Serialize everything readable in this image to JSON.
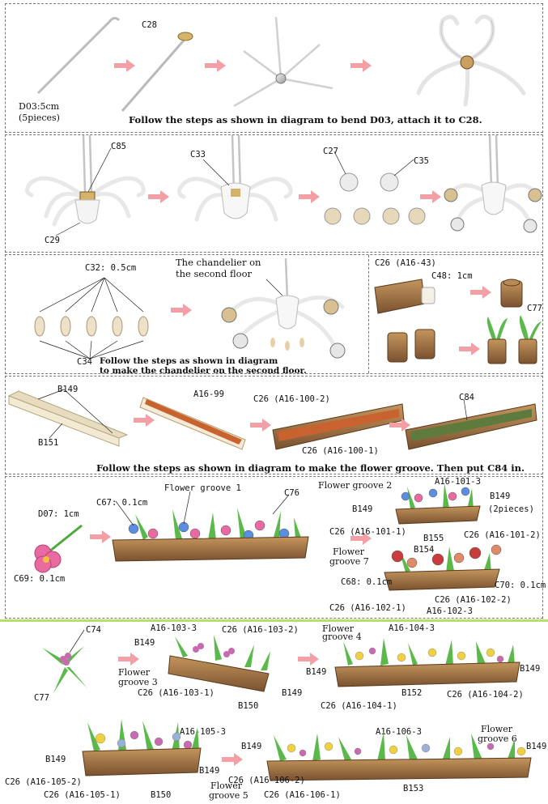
{
  "panel1": {
    "d03_label": "D03:5cm",
    "d03_qty": "(5pieces)",
    "c28_label": "C28",
    "caption": "Follow the steps as shown in diagram to bend D03, attach it to C28."
  },
  "panel2": {
    "c85": "C85",
    "c29": "C29",
    "c33": "C33",
    "c27": "C27",
    "c35": "C35"
  },
  "panel3": {
    "c32": "C32: 0.5cm",
    "c34": "C34",
    "caption_line1": "Follow the steps as shown in diagram",
    "caption_line2": "to make the chandelier on the second floor.",
    "chandelier_line1": "The chandelier on",
    "chandelier_line2": "the second floor",
    "c26_a16_43": "C26 (A16-43)",
    "c48": "C48: 1cm",
    "c77": "C77"
  },
  "panel4": {
    "b149": "B149",
    "b151": "B151",
    "a16_99": "A16-99",
    "c26_a16_100_2": "C26 (A16-100-2)",
    "c26_a16_100_1": "C26 (A16-100-1)",
    "c84": "C84",
    "caption": "Follow the steps as shown in diagram to make the flower groove. Then put C84 in."
  },
  "panel5": {
    "d07": "D07: 1cm",
    "c69": "C69: 0.1cm",
    "c67": "C67: 0.1cm",
    "flower_groove_1": "Flower groove 1",
    "c76": "C76",
    "flower_groove_2": "Flower groove 2",
    "a16_101_3": "A16-101-3",
    "b149_a": "B149",
    "b149_b": "B149",
    "b149_qty": "(2pieces)",
    "c26_a16_101_1": "C26 (A16-101-1)",
    "b155": "B155",
    "c26_a16_101_2": "C26 (A16-101-2)",
    "b154": "B154",
    "flower_groove_7_a": "Flower",
    "flower_groove_7_b": "groove 7",
    "c68": "C68: 0.1cm",
    "c70": "C70: 0.1cm",
    "c26_a16_102_1": "C26 (A16-102-1)",
    "c26_a16_102_2": "C26 (A16-102-2)",
    "a16_102_3": "A16-102-3"
  },
  "panel6": {
    "c74": "C74",
    "c77": "C77",
    "a16_103_3": "A16-103-3",
    "c26_a16_103_2": "C26 (A16-103-2)",
    "b149_a": "B149",
    "flower_groove_3_a": "Flower",
    "flower_groove_3_b": "groove 3",
    "c26_a16_103_1": "C26 (A16-103-1)",
    "b149_b": "B149",
    "b150": "B150",
    "flower_groove_4_a": "Flower",
    "flower_groove_4_b": "groove 4",
    "a16_104_3": "A16-104-3",
    "b149_c": "B149",
    "b149_d": "B149",
    "b152": "B152",
    "c26_a16_104_1": "C26 (A16-104-1)",
    "c26_a16_104_2": "C26 (A16-104-2)"
  },
  "panel7": {
    "a16_105_3": "A16-105-3",
    "b149_a": "B149",
    "c26_a16_105_2": "C26 (A16-105-2)",
    "b149_b": "B149",
    "c26_a16_105_1": "C26 (A16-105-1)",
    "b150": "B150",
    "flower_groove_5_a": "Flower",
    "flower_groove_5_b": "groove 5",
    "b149_c": "B149",
    "a16_106_3": "A16-106-3",
    "flower_groove_6_a": "Flower",
    "flower_groove_6_b": "groove 6",
    "b149_d": "B149",
    "c26_a16_106_2": "C26 (A16-106-2)",
    "c26_a16_106_1": "C26 (A16-106-1)",
    "b153": "B153"
  },
  "colors": {
    "arrow": "#f2a0a6",
    "wood": "#a87a4a",
    "wood_dark": "#6e4a28",
    "tray_orange": "#c8622e",
    "moss": "#5e7a3c",
    "leaf": "#5bb84a",
    "pink": "#e86aa0",
    "blue": "#5b8de0",
    "red": "#c83c3c",
    "yellow": "#f0d040",
    "cream": "#efe4c8"
  }
}
